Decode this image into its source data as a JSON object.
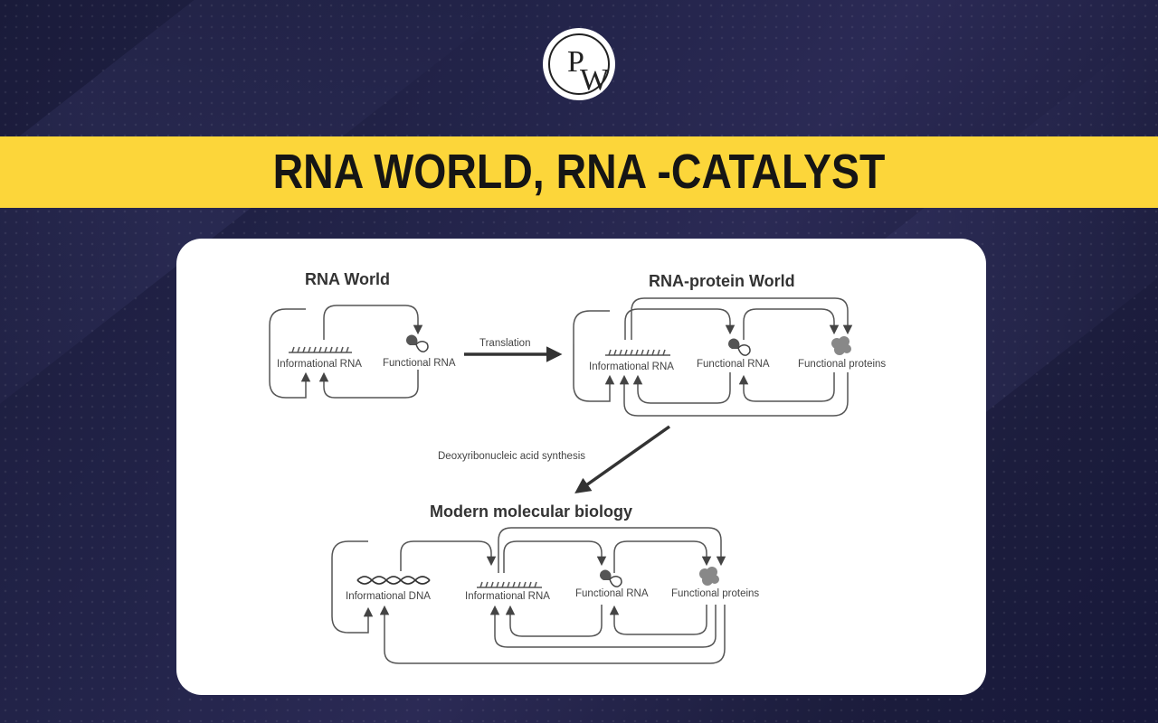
{
  "banner": {
    "title": "RNA WORLD, RNA -CATALYST"
  },
  "logo": {
    "letter_p": "P",
    "letter_w": "W"
  },
  "diagram": {
    "rna_world": {
      "title": "RNA World",
      "informational": "Informational RNA",
      "functional": "Functional RNA"
    },
    "translation_label": "Translation",
    "rna_protein_world": {
      "title": "RNA-protein World",
      "informational": "Informational RNA",
      "functional_rna": "Functional RNA",
      "functional_proteins": "Functional proteins"
    },
    "dna_synthesis_label": "Deoxyribonucleic acid synthesis",
    "modern": {
      "title": "Modern molecular biology",
      "informational_dna": "Informational DNA",
      "informational_rna": "Informational RNA",
      "functional_rna": "Functional RNA",
      "functional_proteins": "Functional proteins"
    }
  },
  "colors": {
    "banner_yellow": "#fcd63a",
    "background_navy": "#1f2044",
    "line_gray": "#555555"
  }
}
